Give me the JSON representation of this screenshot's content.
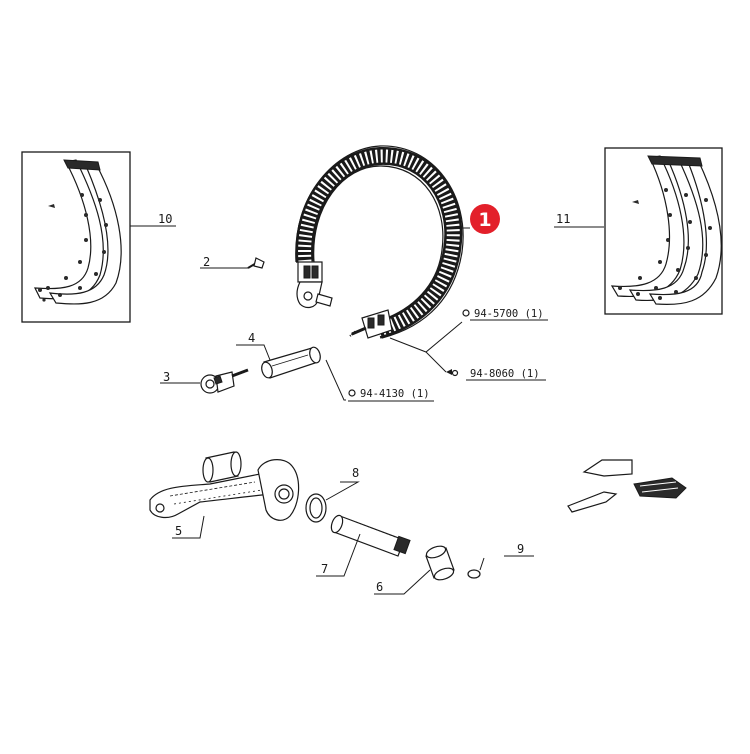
{
  "callouts": {
    "n1": "1",
    "n2": "2",
    "n3": "3",
    "n4": "4",
    "n5": "5",
    "n6": "6",
    "n7": "7",
    "n8": "8",
    "n9": "9",
    "n10": "10",
    "n11": "11"
  },
  "refs": {
    "r5700": "94-5700 (1)",
    "r8060": "94-8060 (1)",
    "r4130": "94-4130 (1)"
  },
  "badge": {
    "label": "1",
    "color": "#e3202a"
  },
  "colors": {
    "ink": "#1a1a1a",
    "background": "#ffffff"
  }
}
